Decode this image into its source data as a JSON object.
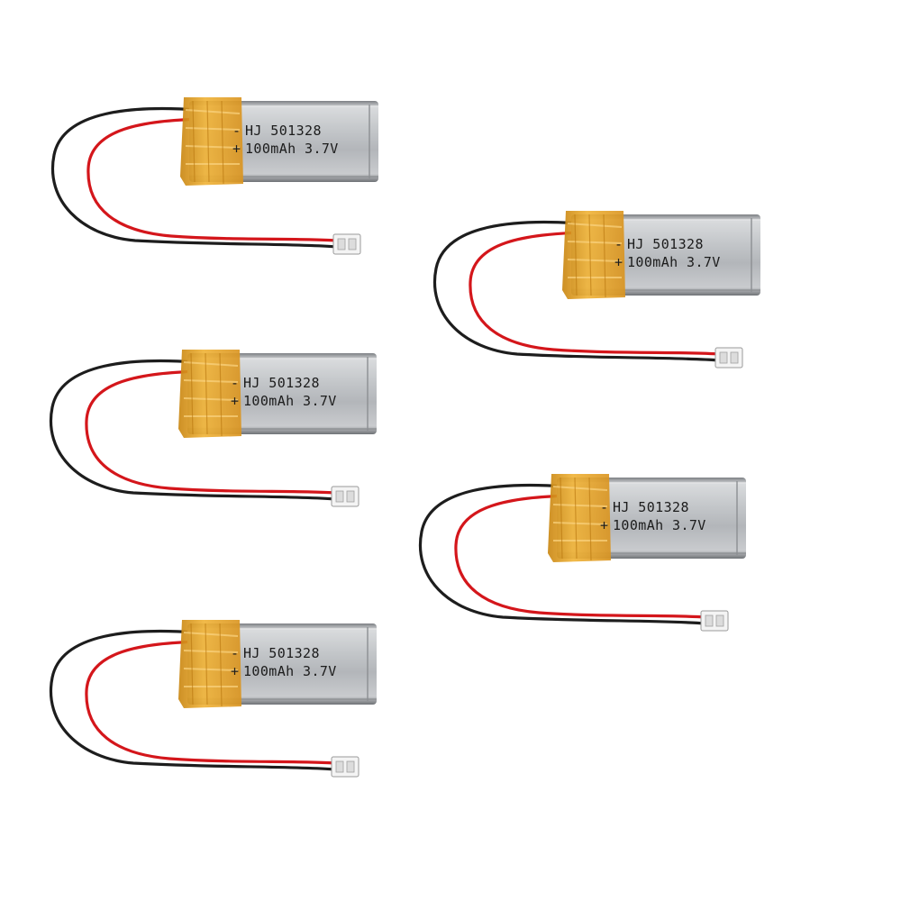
{
  "product": {
    "model_label": "HJ 501328",
    "spec_label": "100mAh 3.7V",
    "plus_sign": "+",
    "minus_sign": "-",
    "count": 5
  },
  "colors": {
    "background": "#ffffff",
    "cell_silver": "#b9bcbf",
    "kapton_orange": "#e8a623",
    "wire_red": "#d4161b",
    "wire_black": "#1d1d1d",
    "connector_white": "#f2f2f2"
  },
  "icons": [
    "battery-cell-icon",
    "connector-plug-icon"
  ]
}
